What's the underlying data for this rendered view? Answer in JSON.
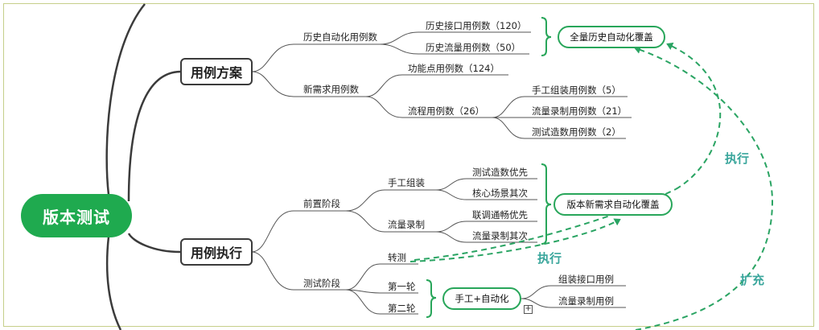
{
  "root": "版本测试",
  "branch_plan": {
    "label": "用例方案",
    "history": {
      "label": "历史自动化用例数",
      "items": [
        "历史接口用例数（120）",
        "历史流量用例数（50）"
      ],
      "summary": "全量历史自动化覆盖"
    },
    "new_req": {
      "label": "新需求用例数",
      "function_points": "功能点用例数（124）",
      "flow": {
        "label": "流程用例数（26）",
        "items": [
          "手工组装用例数（5）",
          "流量录制用例数（21）",
          "测试造数用例数（2）"
        ]
      }
    }
  },
  "branch_exec": {
    "label": "用例执行",
    "pre_stage": {
      "label": "前置阶段",
      "manual": {
        "label": "手工组装",
        "items": [
          "测试造数优先",
          "核心场景其次"
        ]
      },
      "record": {
        "label": "流量录制",
        "items": [
          "联调通畅优先",
          "流量录制其次"
        ]
      },
      "summary": "版本新需求自动化覆盖"
    },
    "test_stage": {
      "label": "测试阶段",
      "transfer": "转测",
      "round1": "第一轮",
      "round2": "第二轮",
      "combined": "手工+自动化",
      "items": [
        "组装接口用例",
        "流量录制用例"
      ],
      "expand_symbol": "+"
    }
  },
  "annotations": {
    "exec_top": "执行",
    "exec_bottom": "执行",
    "expand": "扩充"
  },
  "colors": {
    "root": "#1faa4f",
    "pill_border": "#28a65a",
    "dashed": "#2aa463",
    "annotation": "#3aa69c",
    "branch_line": "#3b3b3b"
  }
}
